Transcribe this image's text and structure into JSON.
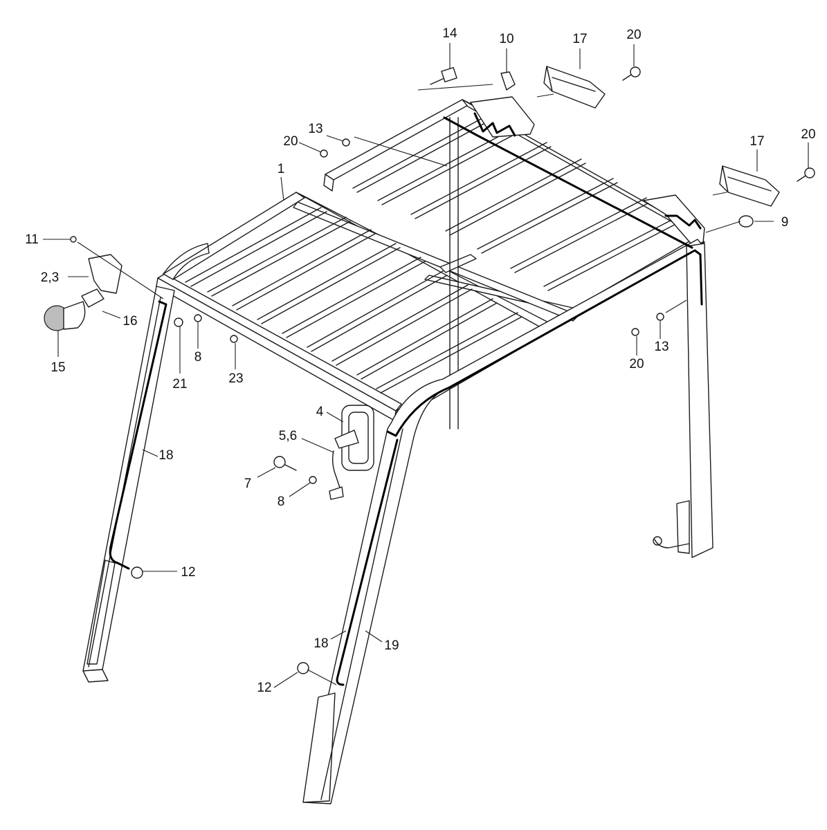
{
  "callouts": {
    "c14": "14",
    "c10": "10",
    "c17a": "17",
    "c20a": "20",
    "c13a": "13",
    "c20b": "20",
    "c1": "1",
    "c17b": "17",
    "c20c": "20",
    "c9": "9",
    "c11": "11",
    "c23a": "2,3",
    "c16": "16",
    "c15": "15",
    "c21": "21",
    "c8a": "8",
    "c23": "23",
    "c13b": "13",
    "c20d": "20",
    "c4": "4",
    "c56": "5,6",
    "c7": "7",
    "c8b": "8",
    "c18a": "18",
    "c12a": "12",
    "c18b": "18",
    "c19": "19",
    "c12b": "12"
  }
}
